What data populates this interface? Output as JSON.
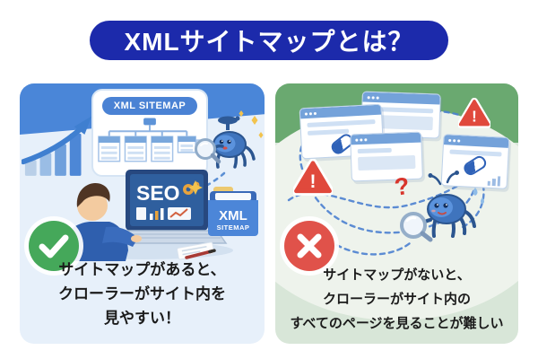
{
  "title": "XMLサイトマップとは？",
  "colors": {
    "title_bg": "#1c2aab",
    "left_sky": "#4a86d8",
    "left_ground": "#e7f0fa",
    "right_sky": "#6aa970",
    "right_ground": "#d8e6d8",
    "right_clearing": "#eef3ec",
    "check_green": "#45a85a",
    "cross_red": "#e0524a",
    "accent_blue": "#4a82d4",
    "dotted_path_blue": "#4a7fd0",
    "warning_red": "#e0493c"
  },
  "left_panel": {
    "card_title": "XML SITEMAP",
    "laptop_screen_label": "SEO",
    "folder_label_line1": "XML",
    "folder_label_line2": "SITEMAP",
    "caption_line1": "サイトマップがあると、",
    "caption_line2": "クローラーがサイト内を",
    "caption_line3": "見やすい！"
  },
  "right_panel": {
    "alert_mark": "!",
    "question_mark": "?",
    "caption_line1": "サイトマップがないと、",
    "caption_line2": "クローラーがサイト内の",
    "caption_line3": "すべてのページを見ることが難しい"
  }
}
